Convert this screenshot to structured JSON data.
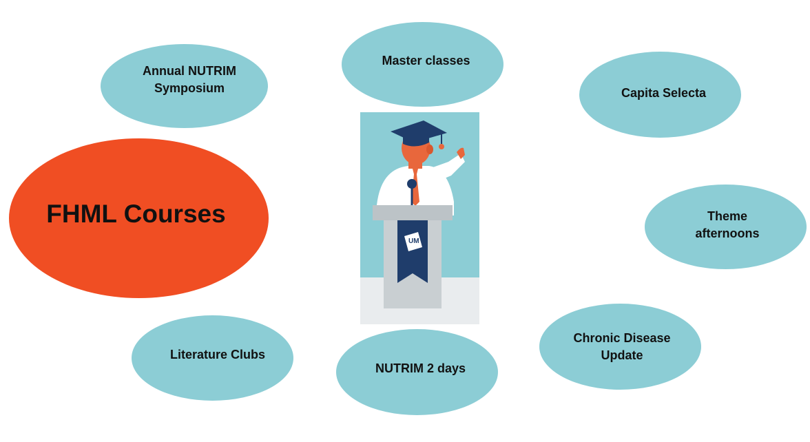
{
  "main": {
    "label": "FHML Courses",
    "color": "#f04e23"
  },
  "bubble_color": "#8ccdd5",
  "bubbles": [
    {
      "id": "symposium",
      "label": "Annual NUTRIM\nSymposium"
    },
    {
      "id": "master",
      "label": "Master classes"
    },
    {
      "id": "capita",
      "label": "Capita Selecta"
    },
    {
      "id": "theme",
      "label": "Theme\nafternoons"
    },
    {
      "id": "chronic",
      "label": "Chronic Disease\nUpdate"
    },
    {
      "id": "nutrim2",
      "label": "NUTRIM 2 days"
    },
    {
      "id": "literature",
      "label": "Literature Clubs"
    }
  ],
  "illustration": {
    "description_icon": "graduate-lecturer-at-podium-icon",
    "logo_text": "UM"
  }
}
